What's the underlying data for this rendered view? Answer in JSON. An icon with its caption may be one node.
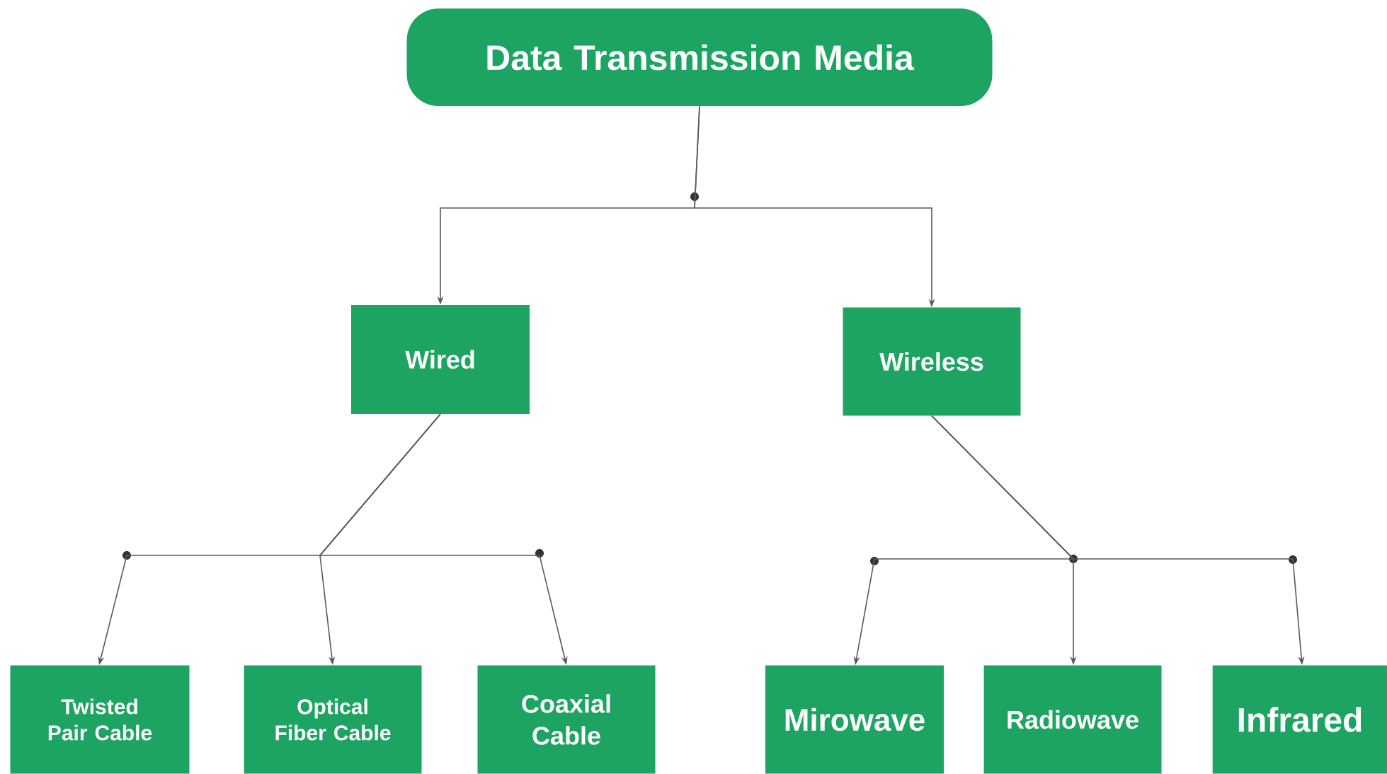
{
  "diagram": {
    "nodes": [
      {
        "text": [
          "Data Transmission Media"
        ]
      },
      {
        "text": [
          "Wired"
        ]
      },
      {
        "text": [
          "Wireless"
        ]
      },
      {
        "text": [
          "Twisted Pair Cable"
        ]
      },
      {
        "text": [
          "Optical Fiber Cable"
        ]
      },
      {
        "text": [
          "Coaxial Cable"
        ]
      },
      {
        "text": [
          "Mirowave"
        ]
      },
      {
        "text": [
          "Radiowave"
        ]
      },
      {
        "text": [
          "Infrared"
        ]
      }
    ],
    "edges": [
      {
        "from": 0,
        "to": 1,
        "arrow": "to"
      },
      {
        "from": 0,
        "to": 2,
        "arrow": "to"
      },
      {
        "from": 1,
        "to": 3,
        "arrow": "to"
      },
      {
        "from": 1,
        "to": 4,
        "arrow": "to"
      },
      {
        "from": 1,
        "to": 5,
        "arrow": "to"
      },
      {
        "from": 2,
        "to": 6,
        "arrow": "to"
      },
      {
        "from": 2,
        "to": 7,
        "arrow": "to"
      },
      {
        "from": 2,
        "to": 8,
        "arrow": "to"
      }
    ]
  }
}
